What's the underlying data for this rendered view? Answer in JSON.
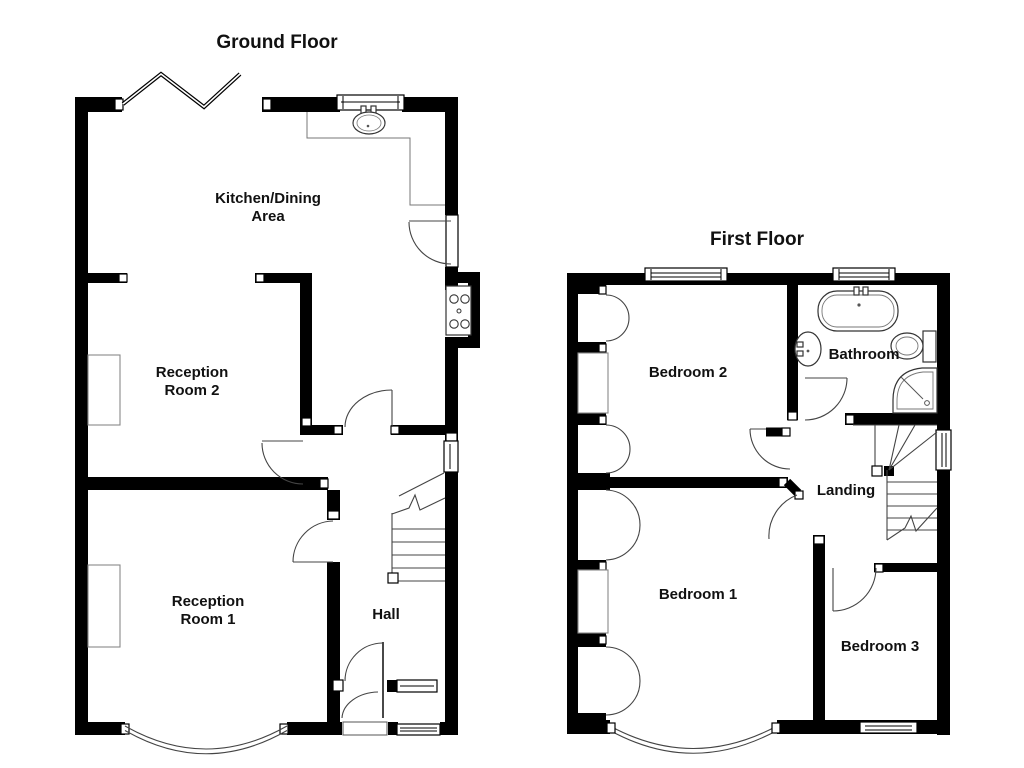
{
  "colors": {
    "wall": "#000000",
    "line": "#444444",
    "faint": "#777777",
    "background": "#ffffff"
  },
  "ground_floor": {
    "title": "Ground Floor",
    "rooms": {
      "kitchen_line1": "Kitchen/Dining",
      "kitchen_line2": "Area",
      "reception2_line1": "Reception",
      "reception2_line2": "Room 2",
      "reception1_line1": "Reception",
      "reception1_line2": "Room 1",
      "hall": "Hall"
    }
  },
  "first_floor": {
    "title": "First Floor",
    "rooms": {
      "bedroom2": "Bedroom 2",
      "bathroom": "Bathroom",
      "landing": "Landing",
      "bedroom1": "Bedroom 1",
      "bedroom3": "Bedroom 3"
    }
  },
  "fixtures": {
    "kitchen_sink": "kitchen-sink",
    "cooker": "cooker-hob",
    "bath": "bath-tub",
    "basin": "wash-basin",
    "toilet": "toilet",
    "shower": "shower-tray",
    "stairs_ground": "staircase-up",
    "stairs_first": "staircase-down",
    "bay_window": "bay-window",
    "bifold_window": "angled-bay-window",
    "wardrobes": "built-in-wardrobes"
  }
}
